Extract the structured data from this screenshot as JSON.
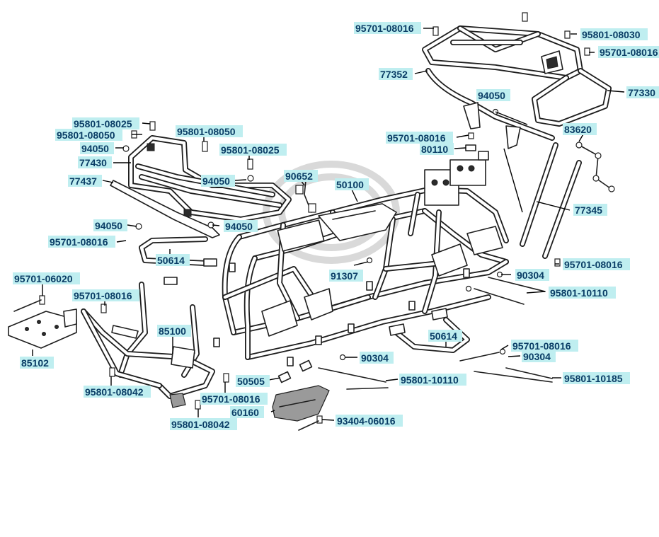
{
  "diagram": {
    "parts": [
      {
        "id": "p1",
        "label": "95701-08016"
      },
      {
        "id": "p2",
        "label": "95801-08030"
      },
      {
        "id": "p3",
        "label": "95701-08016"
      },
      {
        "id": "p4",
        "label": "77352"
      },
      {
        "id": "p5",
        "label": "77330"
      },
      {
        "id": "p6",
        "label": "94050"
      },
      {
        "id": "p7",
        "label": "95801-08025"
      },
      {
        "id": "p8",
        "label": "95801-08050"
      },
      {
        "id": "p9",
        "label": "95801-08050"
      },
      {
        "id": "p10",
        "label": "94050"
      },
      {
        "id": "p11",
        "label": "95801-08025"
      },
      {
        "id": "p12",
        "label": "95701-08016"
      },
      {
        "id": "p13",
        "label": "83620"
      },
      {
        "id": "p14",
        "label": "80110"
      },
      {
        "id": "p15",
        "label": "77430"
      },
      {
        "id": "p16",
        "label": "90652"
      },
      {
        "id": "p17",
        "label": "94050"
      },
      {
        "id": "p18",
        "label": "50100"
      },
      {
        "id": "p19",
        "label": "77437"
      },
      {
        "id": "p20",
        "label": "77345"
      },
      {
        "id": "p21",
        "label": "94050"
      },
      {
        "id": "p22",
        "label": "94050"
      },
      {
        "id": "p23",
        "label": "95701-08016"
      },
      {
        "id": "p24",
        "label": "50614"
      },
      {
        "id": "p25",
        "label": "91307"
      },
      {
        "id": "p26",
        "label": "95701-08016"
      },
      {
        "id": "p27",
        "label": "95701-06020"
      },
      {
        "id": "p28",
        "label": "90304"
      },
      {
        "id": "p29",
        "label": "95801-10110"
      },
      {
        "id": "p30",
        "label": "95701-08016"
      },
      {
        "id": "p31",
        "label": "85100"
      },
      {
        "id": "p32",
        "label": "85102"
      },
      {
        "id": "p33",
        "label": "50614"
      },
      {
        "id": "p34",
        "label": "95701-08016"
      },
      {
        "id": "p35",
        "label": "90304"
      },
      {
        "id": "p36",
        "label": "90304"
      },
      {
        "id": "p37",
        "label": "95801-10110"
      },
      {
        "id": "p38",
        "label": "95801-10185"
      },
      {
        "id": "p39",
        "label": "50505"
      },
      {
        "id": "p40",
        "label": "95801-08042"
      },
      {
        "id": "p41",
        "label": "95701-08016"
      },
      {
        "id": "p42",
        "label": "60160"
      },
      {
        "id": "p43",
        "label": "93404-06016"
      },
      {
        "id": "p44",
        "label": "95801-08042"
      }
    ]
  },
  "colors": {
    "label_highlight": "#bfeef0",
    "label_text": "#0a3d66",
    "line_art": "#1e1e1e",
    "watermark": "#d9d9d9"
  }
}
